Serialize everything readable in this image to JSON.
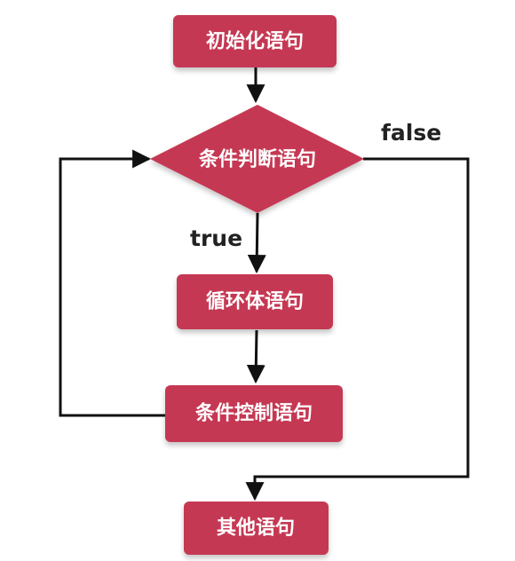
{
  "diagram": {
    "colors": {
      "node_fill": "#c53952",
      "node_text": "#ffffff",
      "line": "#111111",
      "label": "#222222"
    },
    "nodes": {
      "init": "初始化语句",
      "condition": "条件判断语句",
      "body": "循环体语句",
      "control": "条件控制语句",
      "other": "其他语句"
    },
    "edges": {
      "true_label": "true",
      "false_label": "false"
    }
  }
}
